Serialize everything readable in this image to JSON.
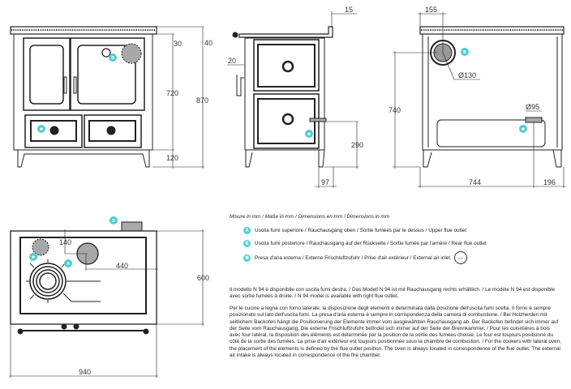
{
  "dimensions": {
    "front": {
      "top_gap": "30",
      "height_body": "720",
      "legs": "120",
      "top_plate": "40",
      "total_height": "870"
    },
    "side": {
      "riser": "15",
      "handle_offset": "20",
      "air_inlet_height": "290",
      "inlet_depth": "97"
    },
    "rear": {
      "flue_offset": "155",
      "flue_diameter": "Ø130",
      "flue_height": "740",
      "air_diameter": "Ø95",
      "air_offset_left": "744",
      "air_offset_right": "196"
    },
    "top": {
      "flue_depth": "140",
      "flue_side": "440",
      "depth": "600",
      "width": "940"
    }
  },
  "badges": {
    "upper": "A",
    "rear": "B",
    "air": "✱"
  },
  "notes": {
    "units": "Misure in mm / Maße in mm / Dimensions en mm / Dimensions in mm",
    "legend": [
      {
        "badge": "A",
        "text": "Uscita fumi superiore / Rauchausgang oben  / Sortie fumées par le dessus / Upper flue outlet"
      },
      {
        "badge": "B",
        "text": "Uscita fumi posteriore /  Rauchausgang auf der Rückseite / Sortie fumée par l'arrière / Rear flue outlet"
      },
      {
        "badge": "✱",
        "text": "Presa d'aria esterna / Externe Frischluftzufuhr / Prise d'air extérieur / External air inlet"
      }
    ],
    "air_icon_label": "AIR",
    "availability": "Il modello N 94 è disponibile con uscita fumi destra. / Das Modell N 94 ist mit Rauchausgang rechts erhältlich. / Le modèle N 94 est disponible avec sortie fumées à droite. / N 94 model is available with right flue outlet.",
    "placement": "Per le cucine a legna con forno laterale, la disposizione degli elementi è determinata dalla posizione dell'uscita fumi scelta. Il forno è sempre posizionato sul lato dell'uscita fumi. La presa d'aria esterna è sempre in corrispondenza della camera di combustione. / Bei Holzherden mit seitlichem Backofen hängt die Positionierung der Elemente immer vom ausgewählten Rauchausgang ab. Der Backofen befindet sich immer auf der Seite vom Rauchausgang. Die externe Frischluftzufuhr befindet sich immer auf der Seite der Brennkammer. / Pour les cuisinières à bois avec four latéral, la disposition des éléments est déterminée par la position de la sortie des fumées choisie. Le four est toujours positionné du côté de la sortie des fumées. La prise d'air extérieur est toujours positionnée sous la chambre de combustion. / For the cookers with lateral oven, the placement of the elements is defined by the flue outlet position. The oven is always located in correspondence of the flue outlet. The external air intake is always located in correspondence of the fire chamber."
  },
  "colors": {
    "badge": "#4fcdd6",
    "grey": "#a8a8a8",
    "line": "#222222"
  }
}
